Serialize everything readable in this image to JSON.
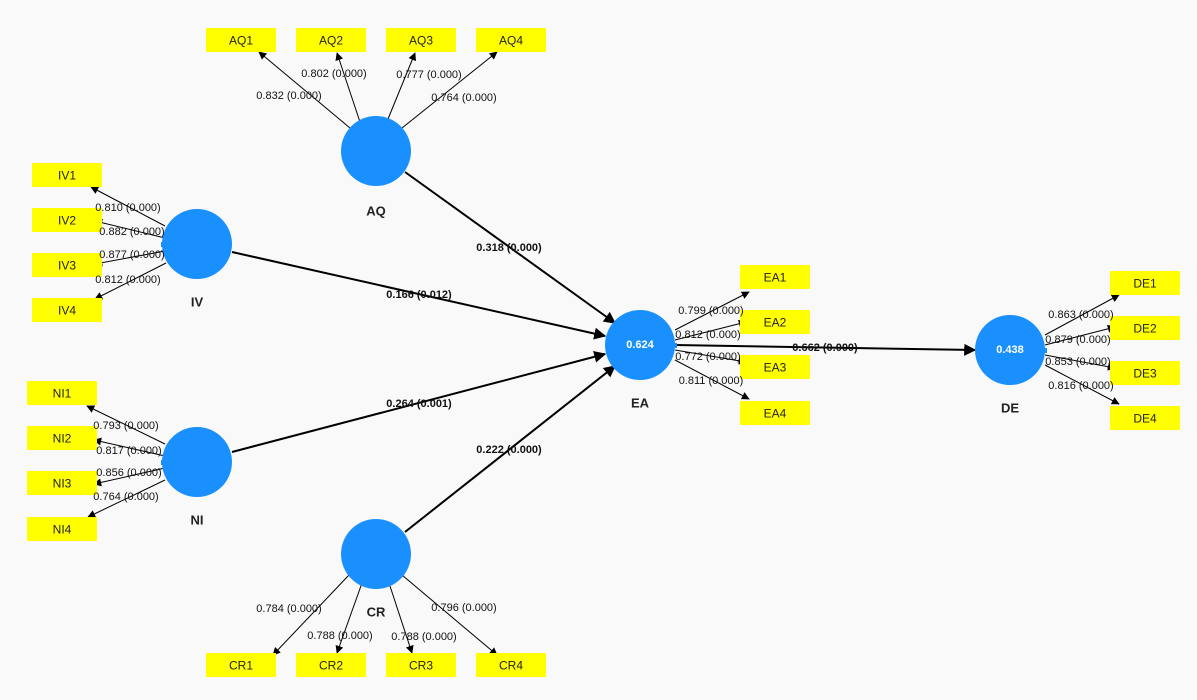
{
  "colors": {
    "background": "#f9f9f9",
    "latent": "#1a90ff",
    "indicator": "#ffff00",
    "arrow": "#000000"
  },
  "latents": [
    {
      "id": "AQ",
      "label": "AQ",
      "r2": ""
    },
    {
      "id": "IV",
      "label": "IV",
      "r2": ""
    },
    {
      "id": "NI",
      "label": "NI",
      "r2": ""
    },
    {
      "id": "CR",
      "label": "CR",
      "r2": ""
    },
    {
      "id": "EA",
      "label": "EA",
      "r2": "0.624"
    },
    {
      "id": "DE",
      "label": "DE",
      "r2": "0.438"
    }
  ],
  "indicators": [
    {
      "id": "AQ1",
      "label": "AQ1",
      "latent": "AQ",
      "loading": "0.832 (0.000)"
    },
    {
      "id": "AQ2",
      "label": "AQ2",
      "latent": "AQ",
      "loading": "0.802 (0.000)"
    },
    {
      "id": "AQ3",
      "label": "AQ3",
      "latent": "AQ",
      "loading": "0.777 (0.000)"
    },
    {
      "id": "AQ4",
      "label": "AQ4",
      "latent": "AQ",
      "loading": "0.764 (0.000)"
    },
    {
      "id": "IV1",
      "label": "IV1",
      "latent": "IV",
      "loading": "0.810 (0.000)"
    },
    {
      "id": "IV2",
      "label": "IV2",
      "latent": "IV",
      "loading": "0.882 (0.000)"
    },
    {
      "id": "IV3",
      "label": "IV3",
      "latent": "IV",
      "loading": "0.877 (0.000)"
    },
    {
      "id": "IV4",
      "label": "IV4",
      "latent": "IV",
      "loading": "0.812 (0.000)"
    },
    {
      "id": "NI1",
      "label": "NI1",
      "latent": "NI",
      "loading": "0.793 (0.000)"
    },
    {
      "id": "NI2",
      "label": "NI2",
      "latent": "NI",
      "loading": "0.817 (0.000)"
    },
    {
      "id": "NI3",
      "label": "NI3",
      "latent": "NI",
      "loading": "0.856 (0.000)"
    },
    {
      "id": "NI4",
      "label": "NI4",
      "latent": "NI",
      "loading": "0.764 (0.000)"
    },
    {
      "id": "CR1",
      "label": "CR1",
      "latent": "CR",
      "loading": "0.784 (0.000)"
    },
    {
      "id": "CR2",
      "label": "CR2",
      "latent": "CR",
      "loading": "0.788 (0.000)"
    },
    {
      "id": "CR3",
      "label": "CR3",
      "latent": "CR",
      "loading": "0.788 (0.000)"
    },
    {
      "id": "CR4",
      "label": "CR4",
      "latent": "CR",
      "loading": "0.796 (0.000)"
    },
    {
      "id": "EA1",
      "label": "EA1",
      "latent": "EA",
      "loading": "0.799 (0.000)"
    },
    {
      "id": "EA2",
      "label": "EA2",
      "latent": "EA",
      "loading": "0.812 (0.000)"
    },
    {
      "id": "EA3",
      "label": "EA3",
      "latent": "EA",
      "loading": "0.772 (0.000)"
    },
    {
      "id": "EA4",
      "label": "EA4",
      "latent": "EA",
      "loading": "0.811 (0.000)"
    },
    {
      "id": "DE1",
      "label": "DE1",
      "latent": "DE",
      "loading": "0.863 (0.000)"
    },
    {
      "id": "DE2",
      "label": "DE2",
      "latent": "DE",
      "loading": "0.879 (0.000)"
    },
    {
      "id": "DE3",
      "label": "DE3",
      "latent": "DE",
      "loading": "0.853 (0.000)"
    },
    {
      "id": "DE4",
      "label": "DE4",
      "latent": "DE",
      "loading": "0.816 (0.000)"
    }
  ],
  "paths": [
    {
      "from": "AQ",
      "to": "EA",
      "label": "0.318 (0.000)"
    },
    {
      "from": "IV",
      "to": "EA",
      "label": "0.166 (0.012)"
    },
    {
      "from": "NI",
      "to": "EA",
      "label": "0.264 (0.001)"
    },
    {
      "from": "CR",
      "to": "EA",
      "label": "0.222 (0.000)"
    },
    {
      "from": "EA",
      "to": "DE",
      "label": "0.662 (0.000)"
    }
  ]
}
